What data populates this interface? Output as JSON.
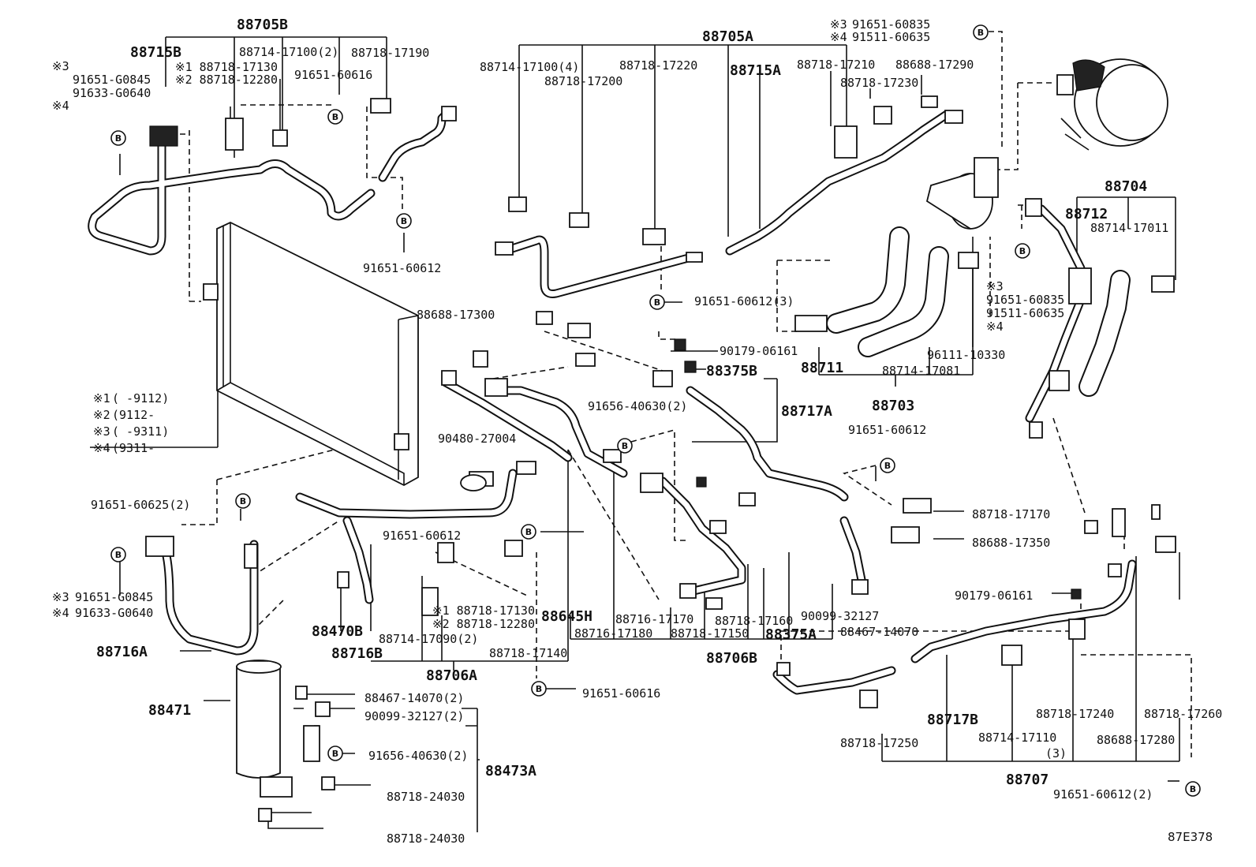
{
  "diagram_code": "87E378",
  "bolt_mark": "B",
  "legend": [
    {
      "mark": "※1",
      "range": "(      -9112)"
    },
    {
      "mark": "※2",
      "range": "(9112-      "
    },
    {
      "mark": "※3",
      "range": "(      -9311)"
    },
    {
      "mark": "※4",
      "range": "(9311-      "
    }
  ],
  "labels": {
    "l88705B": "88705B",
    "l88715B": "88715B",
    "l88714_17100_2": "88714-17100(2)",
    "l88718_17190": "88718-17190",
    "lm3_a": "※3",
    "lm4_a": "※4",
    "l91651_G0845_a": "91651-G0845",
    "l91633_G0640_a": "91633-G0640",
    "l_s1_88718_17130_a": "※1 88718-17130",
    "l_s2_88718_12280_a": "※2 88718-12280",
    "l91651_60616_a": "91651-60616",
    "l91651_60612_a": "91651-60612",
    "l88705A": "88705A",
    "l88714_17100_4": "88714-17100(4)",
    "l88718_17220": "88718-17220",
    "l88718_17200": "88718-17200",
    "l88715A": "88715A",
    "l88718_17210": "88718-17210",
    "l88688_17290": "88688-17290",
    "l88718_17230": "88718-17230",
    "lm3_b": "※3",
    "lm4_b": "※4",
    "l91651_60835_a": "91651-60835",
    "l91511_60635_a": "91511-60635",
    "l88688_17300": "88688-17300",
    "l91651_60612_3": "91651-60612(3)",
    "l90179_06161_a": "90179-06161",
    "l88375B": "88375B",
    "l88717A": "88717A",
    "l91656_40630_2_a": "91656-40630(2)",
    "l90480_27004": "90480-27004",
    "l88711": "88711",
    "l88714_17081": "88714-17081",
    "l96111_10330": "96111-10330",
    "l88703": "88703",
    "l88704": "88704",
    "l88712": "88712",
    "l88714_17011": "88714-17011",
    "lm3_c": "※3",
    "lm4_c": "※4",
    "l91651_60835_b": "91651-60835",
    "l91511_60635_b": "91511-60635",
    "l91651_60612_b": "91651-60612",
    "l91651_60625_2": "91651-60625(2)",
    "l91651_60612_c": "91651-60612",
    "l88718_17170": "88718-17170",
    "l88688_17350": "88688-17350",
    "lm3_d": "※3",
    "lm4_d": "※4",
    "l91651_G0845_b": "91651-G0845",
    "l91633_G0640_b": "91633-G0640",
    "l88470B": "88470B",
    "l88716A": "88716A",
    "l88716B": "88716B",
    "l88714_17090_2": "88714-17090(2)",
    "l_s1_88718_17130_b": "※1 88718-17130",
    "l_s2_88718_12280_b": "※2 88718-12280",
    "l88645H": "88645H",
    "l88718_17140": "88718-17140",
    "l88706A": "88706A",
    "l91651_60616_b": "91651-60616",
    "l88716_17170": "88716-17170",
    "l88718_17160": "88718-17160",
    "l88716_17180": "88716-17180",
    "l88718_17150": "88718-17150",
    "l88375A": "88375A",
    "l88706B": "88706B",
    "l90099_32127_a": "90099-32127",
    "l88467_14070_a": "88467-14070",
    "l90179_06161_b": "90179-06161",
    "l88471": "88471",
    "l88467_14070_2": "88467-14070(2)",
    "l90099_32127_2": "90099-32127(2)",
    "l91656_40630_2_b": "91656-40630(2)",
    "l88473A": "88473A",
    "l88718_24030_a": "88718-24030",
    "l88718_24030_b": "88718-24030",
    "l88717B": "88717B",
    "l88718_17250": "88718-17250",
    "l88714_17110": "88714-17110",
    "l_paren3": "(3)",
    "l88718_17240": "88718-17240",
    "l88718_17260": "88718-17260",
    "l88688_17280": "88688-17280",
    "l88707": "88707",
    "l91651_60612_2": "91651-60612(2)"
  }
}
